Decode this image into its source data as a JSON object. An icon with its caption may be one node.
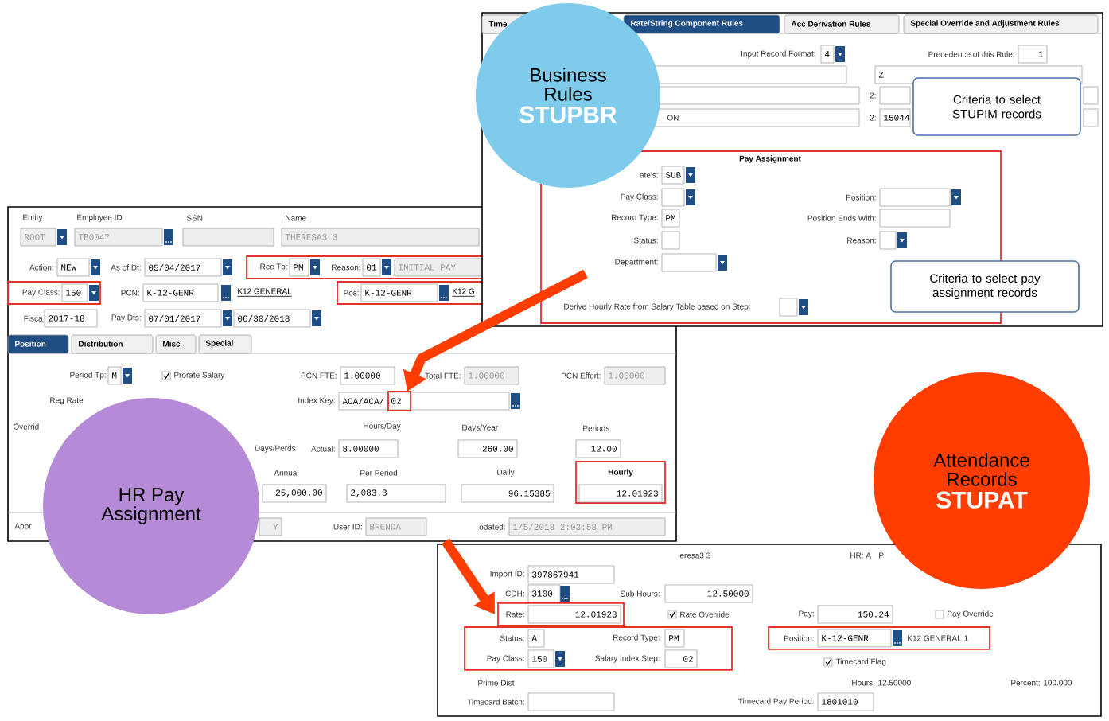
{
  "diagram": {
    "nodes": [
      {
        "text": [
          "Business Rules",
          "STUPBR"
        ]
      },
      {
        "text": [
          "Time",
          "Rate/String Component Rules",
          "Acc Derivation Rules",
          "Special Override and Adjustment Rules",
          "Input Record Format:",
          "4",
          "Precedence of this Rule:",
          "1",
          "Z",
          "2:",
          "ON",
          "2:",
          "15044"
        ]
      },
      {
        "text": [
          "Criteria to select STUPIM records"
        ],
        "in": 1
      },
      {
        "text": [
          "Pay Assignment",
          "ate's:",
          "SUB",
          "Pay Class:",
          "Position:",
          "Record Type:",
          "PM",
          "Position Ends With:",
          "Status:",
          "Reason:",
          "Department:",
          "Derive Hourly Rate from Salary Table based on Step:"
        ],
        "in": 1
      },
      {
        "text": [
          "Criteria to select pay assignment records"
        ],
        "in": 1
      },
      {
        "text": [
          "Entity",
          "Employee ID",
          "SSN",
          "Name",
          "ROOT",
          "TB0047",
          "THERESA3 3",
          "Action:",
          "NEW",
          "As of Dt:",
          "05/04/2017",
          "PCN:",
          "K-12-GENR",
          "K12 GENERAL",
          "Fisca",
          "2017-18",
          "Pay Dts:",
          "07/01/2017",
          "06/30/2018",
          "Position",
          "Distribution",
          "Misc",
          "Special",
          "Period Tp:",
          "M",
          "Prorate Salary",
          "PCN FTE:",
          "1.00000",
          "Total FTE:",
          "1.00000",
          "PCN Effort:",
          "1.00000",
          "Reg Rate",
          "Index Key:",
          "ACA/ACA/",
          "Overrid",
          "Hours/Day",
          "Days/Year",
          "Periods",
          "Days/Perds",
          "Actual:",
          "8.00000",
          "260.00",
          "12.00",
          "Annual",
          "Per Period",
          "Daily",
          "25,000.00",
          "2,083.3",
          "96.15385",
          "Appr",
          "Y",
          "User ID:",
          "BRENDA",
          "odated:",
          "1/5/2018 2:03:58 PM"
        ]
      },
      {
        "text": [
          "Rec Tp:",
          "PM",
          "Reason:",
          "01",
          "INITIAL PAY"
        ],
        "in": 5
      },
      {
        "text": [
          "Pay Class:",
          "150"
        ],
        "in": 5
      },
      {
        "text": [
          "Pos:",
          "K-12-GENR",
          "K12 G"
        ],
        "in": 5
      },
      {
        "text": [
          "02"
        ],
        "in": 5
      },
      {
        "text": [
          "Hourly",
          "12.01923"
        ],
        "in": 5
      },
      {
        "text": [
          "HR Pay Assignment"
        ]
      },
      {
        "text": [
          "Attendance Records",
          "STUPAT"
        ]
      },
      {
        "text": [
          "eresa3 3",
          "HR: A",
          "P",
          "Import ID:",
          "397867941",
          "CDH:",
          "3100",
          "Sub Hours:",
          "12.50000",
          "Rate Override",
          "Pay:",
          "150.24",
          "Pay Override",
          "Timecard Flag",
          "Prime Dist",
          "Hours: 12.50000",
          "Percent: 100.000",
          "Timecard Batch:",
          "Timecard Pay Period:",
          "1801010"
        ]
      },
      {
        "text": [
          "Rate:",
          "12.01923"
        ],
        "in": 13
      },
      {
        "text": [
          "Status:",
          "A",
          "Record Type:",
          "PM",
          "Pay Class:",
          "150",
          "Salary Index Step:",
          "02"
        ],
        "in": 13
      },
      {
        "text": [
          "Position:",
          "K-12-GENR",
          "K12 GENERAL 1"
        ],
        "in": 13
      }
    ],
    "edges": [
      {
        "from": 3,
        "to": 9,
        "arrow": "to"
      },
      {
        "from": 5,
        "to": 14,
        "arrow": "to"
      }
    ]
  }
}
